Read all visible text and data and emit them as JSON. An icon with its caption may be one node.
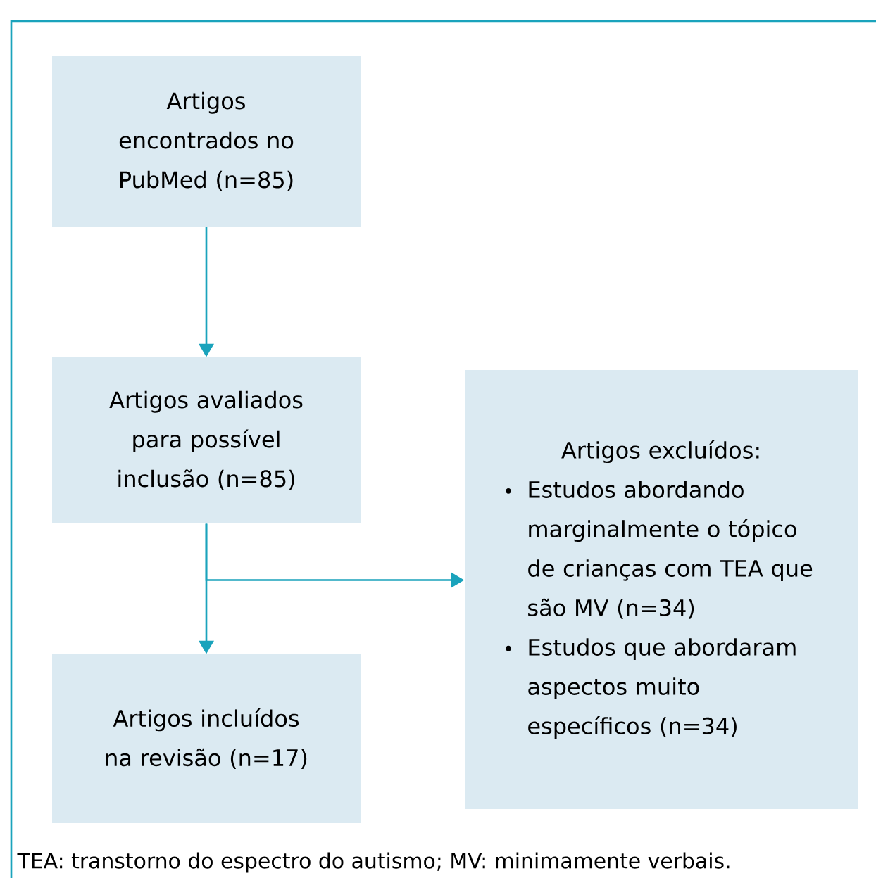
{
  "diagram": {
    "nodes": [
      {
        "text": [
          "Artigos encontrados no PubMed (n=85)"
        ]
      },
      {
        "text": [
          "Artigos avaliados para possível inclusão (n=85)"
        ]
      },
      {
        "text": [
          "Artigos incluídos na revisão (n=17)"
        ]
      },
      {
        "text": [
          "Artigos excluídos:",
          "Estudos abordando marginalmente o tópico de crianças com TEA que são MV (n=34)",
          "Estudos que abordaram aspectos muito específicos (n=34)"
        ]
      }
    ],
    "edges": [
      {
        "from": 0,
        "to": 1,
        "arrow": "to"
      },
      {
        "from": 1,
        "to": 2,
        "arrow": "to"
      },
      {
        "from": 1,
        "to": 3,
        "arrow": "to"
      }
    ],
    "labels": [
      "TEA: transtorno do espectro do autismo; MV: minimamente verbais."
    ]
  }
}
